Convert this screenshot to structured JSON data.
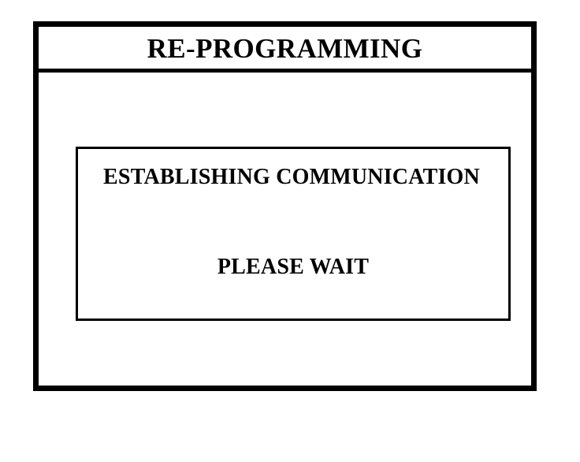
{
  "screen": {
    "background_color": "#ffffff",
    "border_color": "#000000",
    "text_color": "#000000"
  },
  "panel": {
    "title": "RE-PROGRAMMING",
    "message_box": {
      "primary_line": "ESTABLISHING COMMUNICATION",
      "secondary_line": "PLEASE WAIT"
    }
  }
}
